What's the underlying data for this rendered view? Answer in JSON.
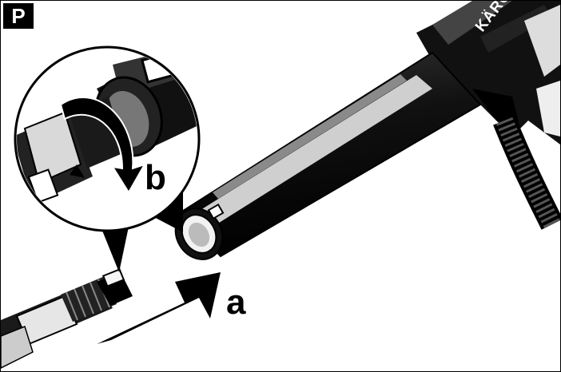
{
  "panel": {
    "label": "P"
  },
  "callouts": {
    "a": "a",
    "b": "b"
  },
  "brand": {
    "text": "KÄRCHER"
  },
  "colors": {
    "ink": "#000000",
    "paper": "#ffffff",
    "grey": "#9a9a9a"
  }
}
